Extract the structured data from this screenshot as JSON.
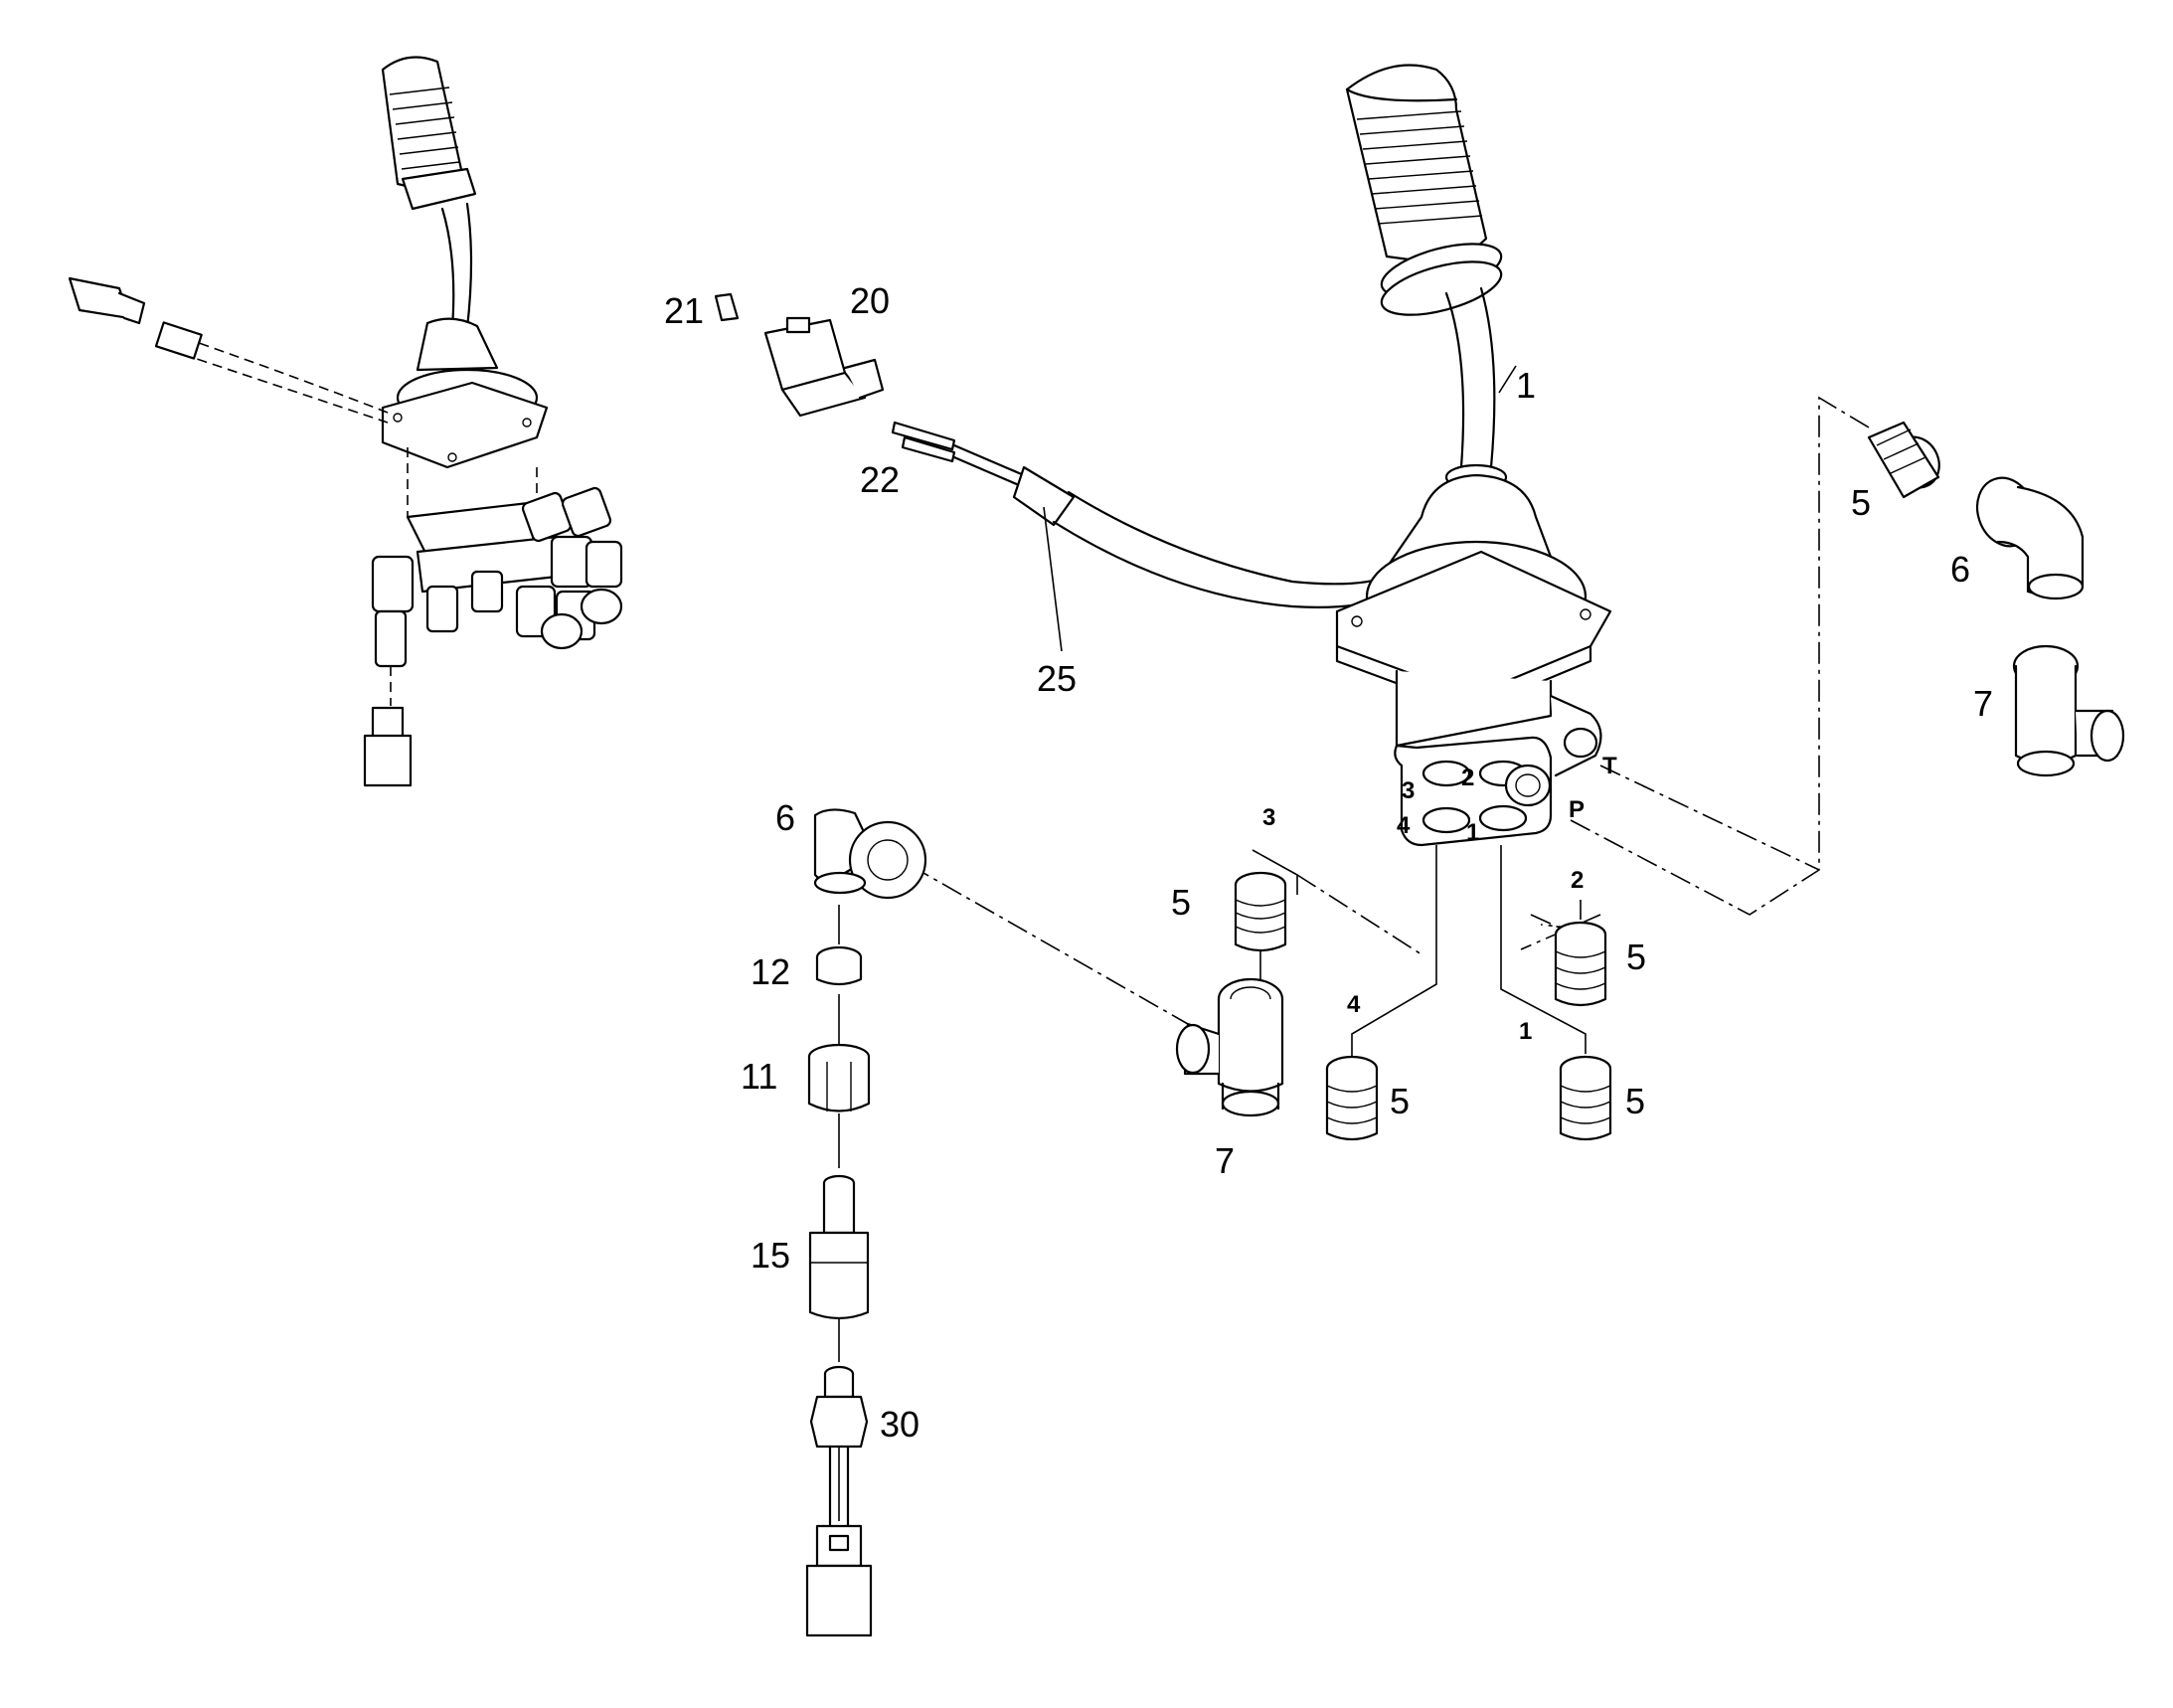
{
  "callouts": {
    "c1": "1",
    "c5": "5",
    "c6": "6",
    "c7": "7",
    "c11": "11",
    "c12": "12",
    "c15": "15",
    "c20": "20",
    "c21": "21",
    "c22": "22",
    "c25": "25",
    "c30": "30"
  },
  "ports": {
    "p1": "1",
    "p2": "2",
    "p3": "3",
    "p4": "4",
    "pT": "T",
    "pP": "P"
  }
}
